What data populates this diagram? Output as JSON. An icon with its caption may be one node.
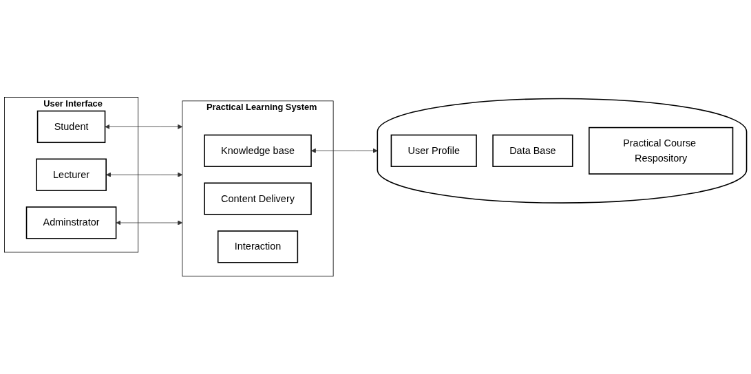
{
  "diagram": {
    "nodes": [
      {
        "text": [
          "User Interface"
        ]
      },
      {
        "text": [
          "Student"
        ],
        "in": 0
      },
      {
        "text": [
          "Lecturer"
        ],
        "in": 0
      },
      {
        "text": [
          "Adminstrator"
        ],
        "in": 0
      },
      {
        "text": [
          "Practical Learning System"
        ]
      },
      {
        "text": [
          "Knowledge base"
        ],
        "in": 4
      },
      {
        "text": [
          "Content Delivery"
        ],
        "in": 4
      },
      {
        "text": [
          "Interaction"
        ],
        "in": 4
      },
      {
        "text": [],
        "shape": "cylinder"
      },
      {
        "text": [
          "User Profile"
        ],
        "in": 8
      },
      {
        "text": [
          "Data Base"
        ],
        "in": 8
      },
      {
        "text": [
          "Practical Course Respository"
        ],
        "in": 8
      }
    ],
    "edges": [
      {
        "from": 1,
        "to": 4,
        "arrow": "both"
      },
      {
        "from": 2,
        "to": 4,
        "arrow": "both"
      },
      {
        "from": 3,
        "to": 4,
        "arrow": "both"
      },
      {
        "from": 5,
        "to": 8,
        "arrow": "both"
      }
    ]
  }
}
